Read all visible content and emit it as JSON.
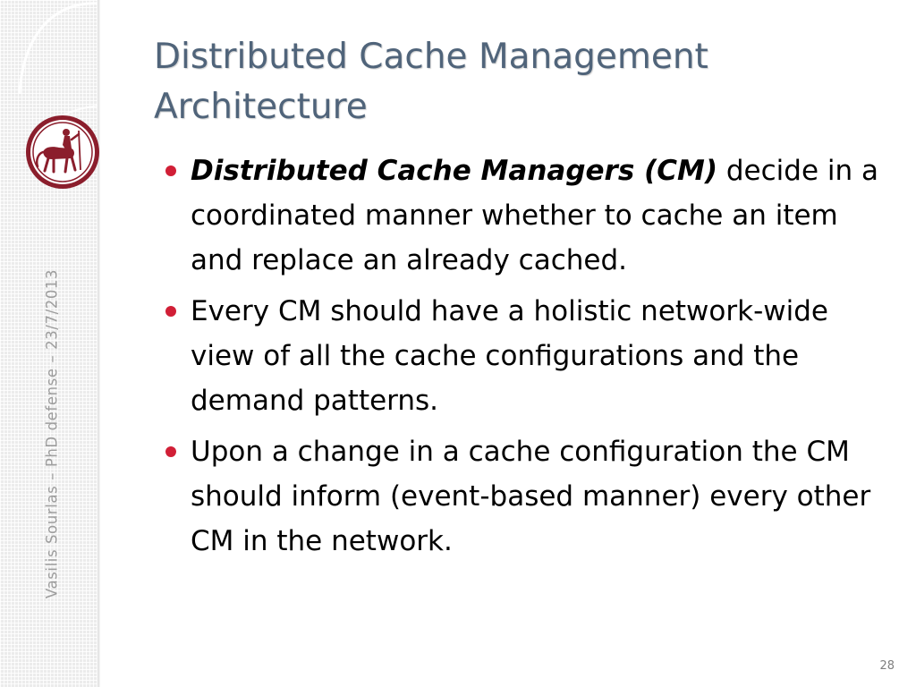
{
  "slide": {
    "title": "Distributed Cache Management Architecture",
    "side_text": "Vasilis Sourlas – PhD defense – 23/7/2013",
    "slide_number": "28",
    "bullets": [
      {
        "emphasis": "Distributed Cache Managers (CM)",
        "text": " decide in a coordinated manner whether to cache an item and replace an already cached."
      },
      {
        "emphasis": "",
        "text": "Every CM should have a holistic network-wide view of all the cache configurations and the demand patterns."
      },
      {
        "emphasis": "",
        "text": "Upon a change in a cache configuration the CM should inform (event-based manner) every other CM in the network."
      }
    ]
  },
  "colors": {
    "title": "#50647a",
    "bullet": "#d11f36",
    "logo": "#8b1e2c",
    "side_text": "#9d9d9d"
  },
  "icons": {
    "logo": "university-logo-centaur-icon",
    "bullet": "bullet-dot-icon"
  }
}
